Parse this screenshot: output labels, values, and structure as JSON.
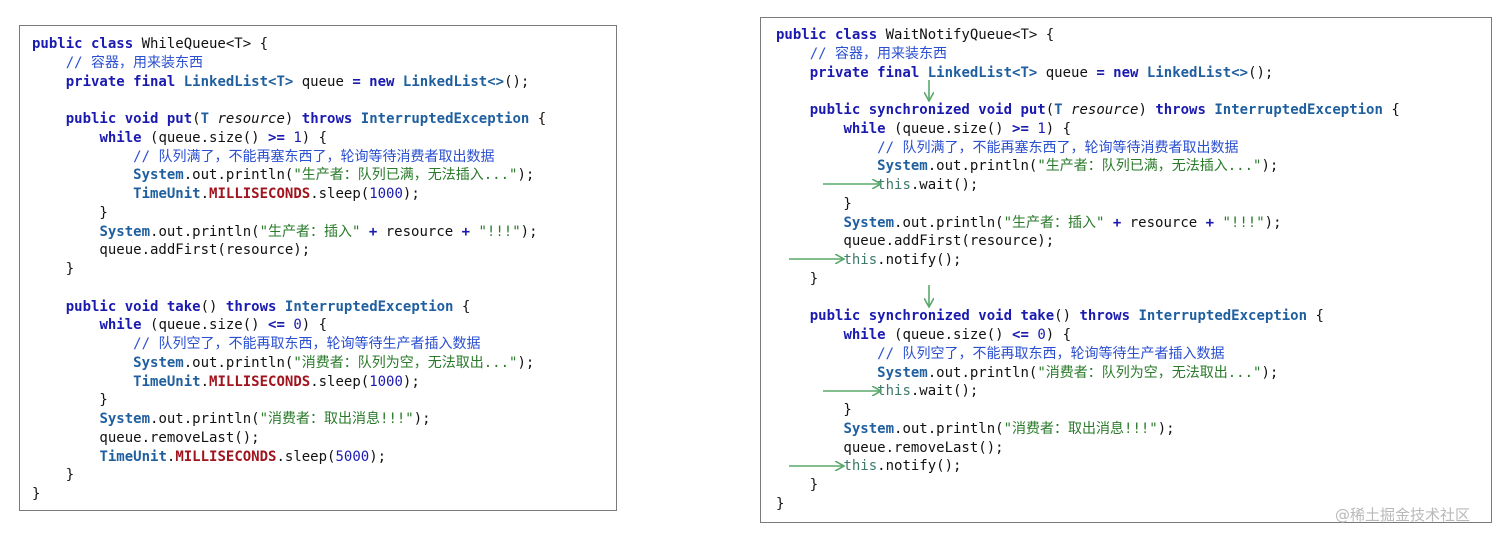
{
  "left": {
    "lines": [
      [
        [
          "kw",
          "public class "
        ],
        [
          "plain",
          "WhileQueue<T> {"
        ]
      ],
      [
        [
          "plain",
          "    "
        ],
        [
          "cmt",
          "// 容器，用来装东西"
        ]
      ],
      [
        [
          "plain",
          "    "
        ],
        [
          "kw",
          "private final "
        ],
        [
          "cls",
          "LinkedList<T> "
        ],
        [
          "plain",
          "queue "
        ],
        [
          "op",
          "= new "
        ],
        [
          "cls",
          "LinkedList<>"
        ],
        [
          "plain",
          "();"
        ]
      ],
      [],
      [
        [
          "plain",
          "    "
        ],
        [
          "kw",
          "public void "
        ],
        [
          "kw",
          "put"
        ],
        [
          "plain",
          "("
        ],
        [
          "cls",
          "T "
        ],
        [
          "it",
          "resource"
        ],
        [
          "plain",
          ") "
        ],
        [
          "kw",
          "throws "
        ],
        [
          "cls",
          "InterruptedException"
        ],
        [
          "plain",
          " {"
        ]
      ],
      [
        [
          "plain",
          "        "
        ],
        [
          "kw",
          "while "
        ],
        [
          "plain",
          "(queue.size() "
        ],
        [
          "op",
          ">= "
        ],
        [
          "num",
          "1"
        ],
        [
          "plain",
          ") {"
        ]
      ],
      [
        [
          "plain",
          "            "
        ],
        [
          "cmt",
          "// 队列满了，不能再塞东西了，轮询等待消费者取出数据"
        ]
      ],
      [
        [
          "plain",
          "            "
        ],
        [
          "sys",
          "System"
        ],
        [
          "plain",
          ".out.println("
        ],
        [
          "str",
          "\"生产者：队列已满，无法插入...\""
        ],
        [
          "plain",
          ");"
        ]
      ],
      [
        [
          "plain",
          "            "
        ],
        [
          "sys",
          "TimeUnit"
        ],
        [
          "plain",
          "."
        ],
        [
          "const",
          "MILLISECONDS"
        ],
        [
          "plain",
          ".sleep("
        ],
        [
          "num",
          "1000"
        ],
        [
          "plain",
          ");"
        ]
      ],
      [
        [
          "plain",
          "        }"
        ]
      ],
      [
        [
          "plain",
          "        "
        ],
        [
          "sys",
          "System"
        ],
        [
          "plain",
          ".out.println("
        ],
        [
          "str",
          "\"生产者：插入\""
        ],
        [
          "plain",
          " "
        ],
        [
          "op",
          "+"
        ],
        [
          "plain",
          " resource "
        ],
        [
          "op",
          "+"
        ],
        [
          "plain",
          " "
        ],
        [
          "str",
          "\"!!!\""
        ],
        [
          "plain",
          ");"
        ]
      ],
      [
        [
          "plain",
          "        queue.addFirst(resource);"
        ]
      ],
      [
        [
          "plain",
          "    }"
        ]
      ],
      [],
      [
        [
          "plain",
          "    "
        ],
        [
          "kw",
          "public void "
        ],
        [
          "kw",
          "take"
        ],
        [
          "plain",
          "() "
        ],
        [
          "kw",
          "throws "
        ],
        [
          "cls",
          "InterruptedException"
        ],
        [
          "plain",
          " {"
        ]
      ],
      [
        [
          "plain",
          "        "
        ],
        [
          "kw",
          "while "
        ],
        [
          "plain",
          "(queue.size() "
        ],
        [
          "op",
          "<= "
        ],
        [
          "num",
          "0"
        ],
        [
          "plain",
          ") {"
        ]
      ],
      [
        [
          "plain",
          "            "
        ],
        [
          "cmt",
          "// 队列空了，不能再取东西，轮询等待生产者插入数据"
        ]
      ],
      [
        [
          "plain",
          "            "
        ],
        [
          "sys",
          "System"
        ],
        [
          "plain",
          ".out.println("
        ],
        [
          "str",
          "\"消费者：队列为空，无法取出...\""
        ],
        [
          "plain",
          ");"
        ]
      ],
      [
        [
          "plain",
          "            "
        ],
        [
          "sys",
          "TimeUnit"
        ],
        [
          "plain",
          "."
        ],
        [
          "const",
          "MILLISECONDS"
        ],
        [
          "plain",
          ".sleep("
        ],
        [
          "num",
          "1000"
        ],
        [
          "plain",
          ");"
        ]
      ],
      [
        [
          "plain",
          "        }"
        ]
      ],
      [
        [
          "plain",
          "        "
        ],
        [
          "sys",
          "System"
        ],
        [
          "plain",
          ".out.println("
        ],
        [
          "str",
          "\"消费者：取出消息!!!\""
        ],
        [
          "plain",
          ");"
        ]
      ],
      [
        [
          "plain",
          "        queue.removeLast();"
        ]
      ],
      [
        [
          "plain",
          "        "
        ],
        [
          "sys",
          "TimeUnit"
        ],
        [
          "plain",
          "."
        ],
        [
          "const",
          "MILLISECONDS"
        ],
        [
          "plain",
          ".sleep("
        ],
        [
          "num",
          "5000"
        ],
        [
          "plain",
          ");"
        ]
      ],
      [
        [
          "plain",
          "    }"
        ]
      ],
      [
        [
          "plain",
          "}"
        ]
      ]
    ]
  },
  "right": {
    "lines": [
      [
        [
          "kw",
          "public class "
        ],
        [
          "plain",
          "WaitNotifyQueue<T> {"
        ]
      ],
      [
        [
          "plain",
          "    "
        ],
        [
          "cmt",
          "// 容器，用来装东西"
        ]
      ],
      [
        [
          "plain",
          "    "
        ],
        [
          "kw",
          "private final "
        ],
        [
          "cls",
          "LinkedList<T> "
        ],
        [
          "plain",
          "queue "
        ],
        [
          "op",
          "= new "
        ],
        [
          "cls",
          "LinkedList<>"
        ],
        [
          "plain",
          "();"
        ]
      ],
      [],
      [
        [
          "plain",
          "    "
        ],
        [
          "kw",
          "public synchronized void "
        ],
        [
          "kw",
          "put"
        ],
        [
          "plain",
          "("
        ],
        [
          "cls",
          "T "
        ],
        [
          "it",
          "resource"
        ],
        [
          "plain",
          ") "
        ],
        [
          "kw",
          "throws "
        ],
        [
          "cls",
          "InterruptedException"
        ],
        [
          "plain",
          " {"
        ]
      ],
      [
        [
          "plain",
          "        "
        ],
        [
          "kw",
          "while "
        ],
        [
          "plain",
          "(queue.size() "
        ],
        [
          "op",
          ">= "
        ],
        [
          "num",
          "1"
        ],
        [
          "plain",
          ") {"
        ]
      ],
      [
        [
          "plain",
          "            "
        ],
        [
          "cmt",
          "// 队列满了，不能再塞东西了，轮询等待消费者取出数据"
        ]
      ],
      [
        [
          "plain",
          "            "
        ],
        [
          "sys",
          "System"
        ],
        [
          "plain",
          ".out.println("
        ],
        [
          "str",
          "\"生产者：队列已满，无法插入...\""
        ],
        [
          "plain",
          ");"
        ]
      ],
      [
        [
          "plain",
          "            "
        ],
        [
          "thisc",
          "this"
        ],
        [
          "plain",
          ".wait();"
        ]
      ],
      [
        [
          "plain",
          "        }"
        ]
      ],
      [
        [
          "plain",
          "        "
        ],
        [
          "sys",
          "System"
        ],
        [
          "plain",
          ".out.println("
        ],
        [
          "str",
          "\"生产者：插入\""
        ],
        [
          "plain",
          " "
        ],
        [
          "op",
          "+"
        ],
        [
          "plain",
          " resource "
        ],
        [
          "op",
          "+"
        ],
        [
          "plain",
          " "
        ],
        [
          "str",
          "\"!!!\""
        ],
        [
          "plain",
          ");"
        ]
      ],
      [
        [
          "plain",
          "        queue.addFirst(resource);"
        ]
      ],
      [
        [
          "plain",
          "        "
        ],
        [
          "thisc",
          "this"
        ],
        [
          "plain",
          ".notify();"
        ]
      ],
      [
        [
          "plain",
          "    }"
        ]
      ],
      [],
      [
        [
          "plain",
          "    "
        ],
        [
          "kw",
          "public synchronized void "
        ],
        [
          "kw",
          "take"
        ],
        [
          "plain",
          "() "
        ],
        [
          "kw",
          "throws "
        ],
        [
          "cls",
          "InterruptedException"
        ],
        [
          "plain",
          " {"
        ]
      ],
      [
        [
          "plain",
          "        "
        ],
        [
          "kw",
          "while "
        ],
        [
          "plain",
          "(queue.size() "
        ],
        [
          "op",
          "<= "
        ],
        [
          "num",
          "0"
        ],
        [
          "plain",
          ") {"
        ]
      ],
      [
        [
          "plain",
          "            "
        ],
        [
          "cmt",
          "// 队列空了，不能再取东西，轮询等待生产者插入数据"
        ]
      ],
      [
        [
          "plain",
          "            "
        ],
        [
          "sys",
          "System"
        ],
        [
          "plain",
          ".out.println("
        ],
        [
          "str",
          "\"消费者：队列为空，无法取出...\""
        ],
        [
          "plain",
          ");"
        ]
      ],
      [
        [
          "plain",
          "            "
        ],
        [
          "thisc",
          "this"
        ],
        [
          "plain",
          ".wait();"
        ]
      ],
      [
        [
          "plain",
          "        }"
        ]
      ],
      [
        [
          "plain",
          "        "
        ],
        [
          "sys",
          "System"
        ],
        [
          "plain",
          ".out.println("
        ],
        [
          "str",
          "\"消费者：取出消息!!!\""
        ],
        [
          "plain",
          ");"
        ]
      ],
      [
        [
          "plain",
          "        queue.removeLast();"
        ]
      ],
      [
        [
          "plain",
          "        "
        ],
        [
          "thisc",
          "this"
        ],
        [
          "plain",
          ".notify();"
        ]
      ],
      [
        [
          "plain",
          "    }"
        ]
      ],
      [
        [
          "plain",
          "}"
        ]
      ]
    ]
  },
  "watermark": "@稀土掘金技术社区",
  "colors": {
    "keyword": "#1a1ab0",
    "class": "#1f5f9f",
    "constant": "#a0141e",
    "string": "#2a7a2a",
    "comment": "#2a4fd0",
    "arrow": "#5aa86a"
  }
}
